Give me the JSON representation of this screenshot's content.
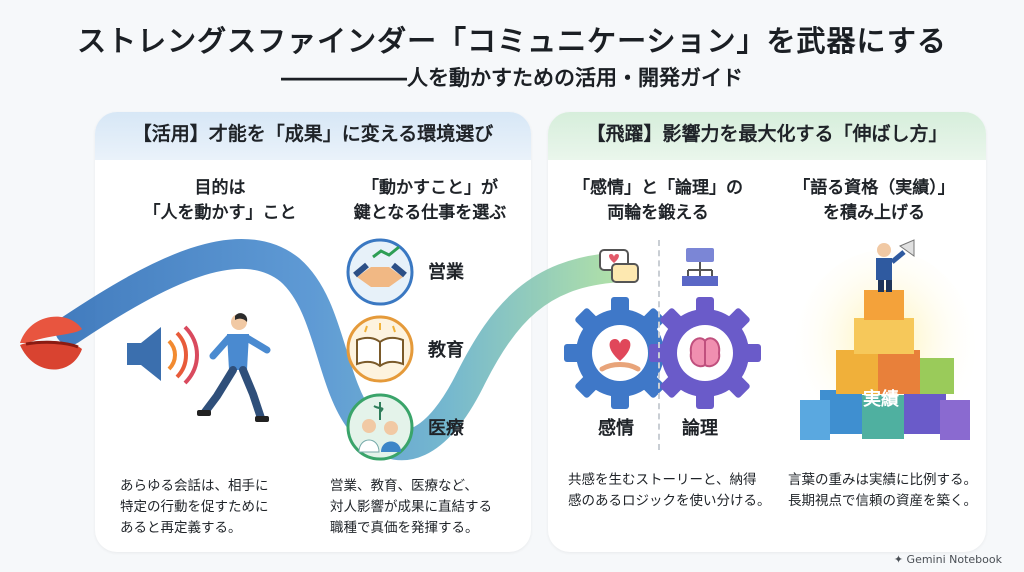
{
  "header": {
    "title": "ストレングスファインダー「コミュニケーション」を武器にする",
    "subtitle": "――――――人を動かすための活用・開発ガイド"
  },
  "left_panel": {
    "heading": "【活用】才能を「成果」に変える環境選び",
    "col1": {
      "title": "目的は\n「人を動かす」こと",
      "desc": "あらゆる会話は、相手に\n特定の行動を促すために\nあると再定義する。"
    },
    "col2": {
      "title": "「動かすこと」が\n鍵となる仕事を選ぶ",
      "jobs": [
        "営業",
        "教育",
        "医療"
      ],
      "desc": "営業、教育、医療など、\n対人影響が成果に直結する\n職種で真価を発揮する。"
    }
  },
  "right_panel": {
    "heading": "【飛躍】影響力を最大化する「伸ばし方」",
    "col1": {
      "title": "「感情」と「論理」の\n両輪を鍛える",
      "gear_labels": [
        "感情",
        "論理"
      ],
      "desc": "共感を生むストーリーと、納得\n感のあるロジックを使い分ける。"
    },
    "col2": {
      "title": "「語る資格（実績）」\nを積み上げる",
      "block_label": "実績",
      "desc": "言葉の重みは実績に比例する。\n長期視点で信頼の資産を築く。"
    }
  },
  "footer": {
    "watermark": "Gemini Notebook"
  },
  "colors": {
    "flow_blue": "#3f7fc4",
    "flow_green": "#8ccf8a",
    "gear_blue": "#3f78c8",
    "gear_purple": "#6a5bc9",
    "lips": "#e8553f"
  }
}
